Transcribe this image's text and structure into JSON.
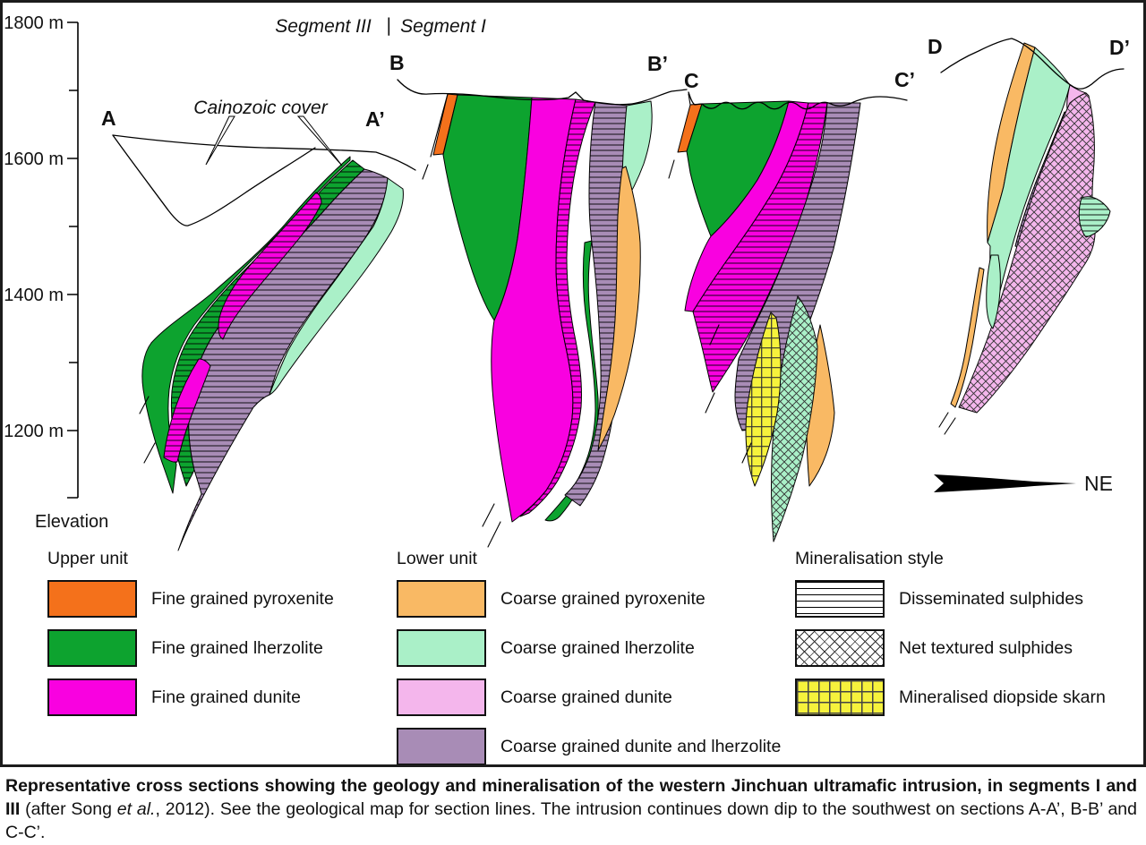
{
  "figure": {
    "segments_header": {
      "left": "Segment III",
      "divider": "|",
      "right": "Segment I"
    },
    "elevation_axis": {
      "title": "Elevation",
      "ticks": [
        "1800 m",
        "1600 m",
        "1400 m",
        "1200 m"
      ]
    },
    "cover_label": "Cainozoic cover",
    "compass_label": "NE",
    "sections": [
      {
        "start": "A",
        "end": "A’"
      },
      {
        "start": "B",
        "end": "B’"
      },
      {
        "start": "C",
        "end": "C’"
      },
      {
        "start": "D",
        "end": "D’"
      }
    ]
  },
  "legend": {
    "groups": [
      {
        "title": "Upper unit",
        "items": [
          {
            "label": "Fine grained pyroxenite",
            "color": "#F4711B",
            "pattern": "solid"
          },
          {
            "label": "Fine grained lherzolite",
            "color": "#0DA32F",
            "pattern": "solid"
          },
          {
            "label": "Fine grained dunite",
            "color": "#F901E0",
            "pattern": "solid"
          }
        ]
      },
      {
        "title": "Lower unit",
        "items": [
          {
            "label": "Coarse grained pyroxenite",
            "color": "#F9B964",
            "pattern": "solid"
          },
          {
            "label": "Coarse grained lherzolite",
            "color": "#AAF0C8",
            "pattern": "solid"
          },
          {
            "label": "Coarse grained dunite",
            "color": "#F4B6EC",
            "pattern": "solid"
          },
          {
            "label": "Coarse grained dunite and lherzolite",
            "color": "#A88CB6",
            "pattern": "solid"
          }
        ]
      },
      {
        "title": "Mineralisation style",
        "items": [
          {
            "label": "Disseminated sulphides",
            "color": "#FFFFFF",
            "pattern": "horizontal-lines"
          },
          {
            "label": "Net textured sulphides",
            "color": "#FFFFFF",
            "pattern": "crosshatch"
          },
          {
            "label": "Mineralised diopside skarn",
            "color": "#F6F23C",
            "pattern": "grid"
          }
        ]
      }
    ]
  },
  "caption": {
    "segments": [
      {
        "text": "Representative cross sections showing the geology and mineralisation of the western Jinchuan ultramafic intrusion, in segments I and III",
        "style": "bold"
      },
      {
        "text": " (after Song ",
        "style": "normal"
      },
      {
        "text": "et al.",
        "style": "italic"
      },
      {
        "text": ", 2012). See the geological map for section lines. The intrusion continues down dip to the southwest on sections A-A’, B-B’ and C-C’.",
        "style": "normal"
      }
    ]
  }
}
